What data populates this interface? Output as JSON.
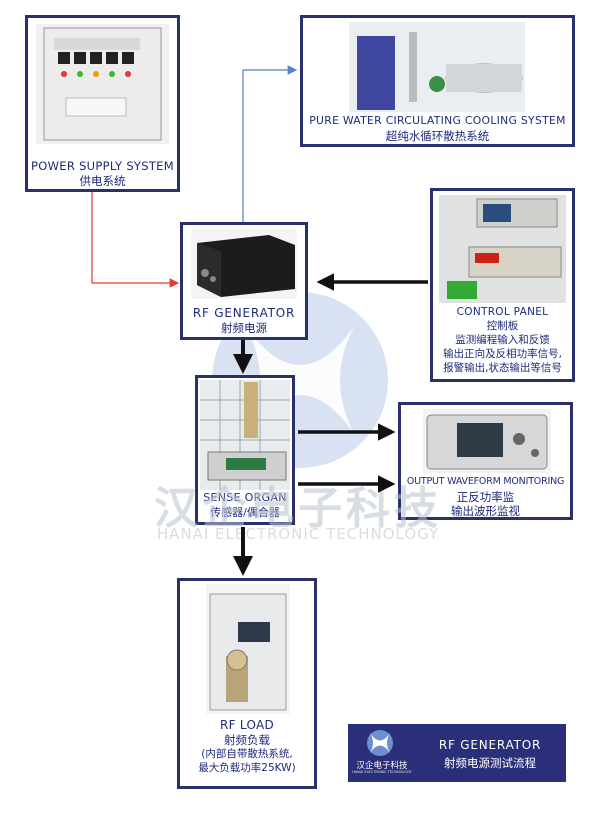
{
  "power_supply": {
    "en": "POWER SUPPLY SYSTEM",
    "cn": "供电系统"
  },
  "cooling": {
    "en": "PURE WATER CIRCULATING COOLING SYSTEM",
    "cn": "超纯水循环散热系统"
  },
  "rf_generator": {
    "en": "RF GENERATOR",
    "cn": "射频电源"
  },
  "control_panel": {
    "title": "CONTROL PANEL",
    "lines": [
      "控制板",
      "监测编程输入和反馈",
      "输出正向及反相功率信号,",
      "报警输出,状态输出等信号"
    ]
  },
  "sense_organ": {
    "en": "SENSE ORGAN",
    "cn": "传感器/偶合器"
  },
  "waveform": {
    "en": "OUTPUT WAVEFORM MONITORING",
    "cn1": "正反功率监",
    "cn2": "输出波形监视"
  },
  "rf_load": {
    "en": "RF LOAD",
    "cn": "射频负载",
    "note1": "(内部自带散热系统,",
    "note2": "最大负载功率25KW)"
  },
  "watermark": {
    "cn": "汉企电子科技",
    "en": "HANAI ELECTRONIC TECHNOLOGY"
  },
  "badge": {
    "logo_cn": "汉企电子科技",
    "logo_en": "HANAI ELECTRONIC TECHNOLOGY",
    "title": "RF GENERATOR",
    "subtitle": "射频电源测试流程"
  },
  "colors": {
    "box_border": "#28306e",
    "label_text": "#1f2a7a",
    "red_line": "#e53935",
    "blue_line": "#5b7fc6",
    "black_arrow": "#111111",
    "badge_bg": "#2b2f7a"
  }
}
